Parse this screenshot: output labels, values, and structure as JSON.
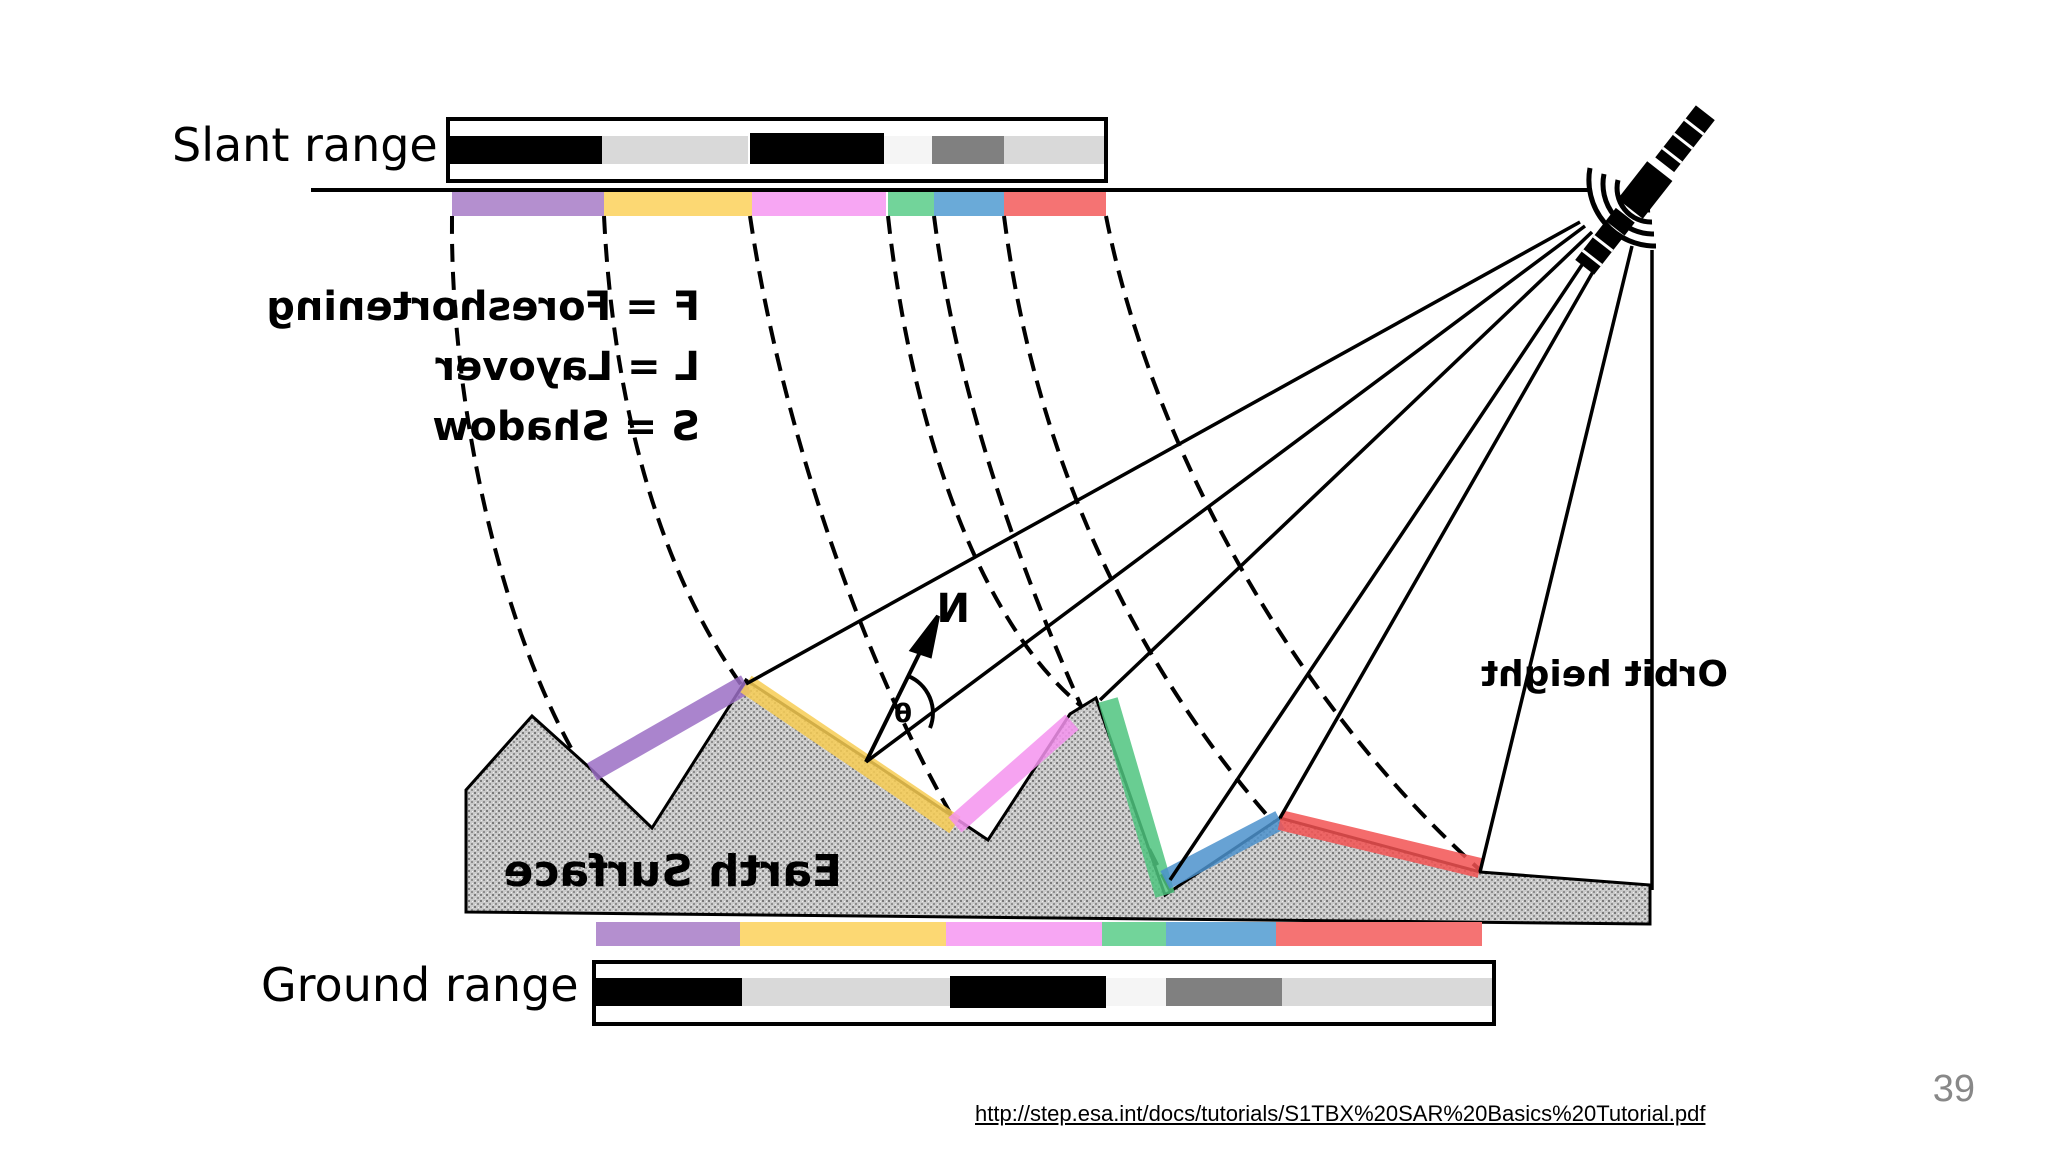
{
  "slide": {
    "slant_range_label": "Slant range",
    "ground_range_label": "Ground range",
    "page_number": "39",
    "source_url": "http://step.esa.int/docs/tutorials/S1TBX%20SAR%20Basics%20Tutorial.pdf"
  },
  "diagram": {
    "legend": {
      "foreshortening": "F = Foreshortening",
      "layover": "L = Layover",
      "shadow": "S = Shadow"
    },
    "orbit_height_label": "Orbit height",
    "earth_surface_label": "Earth Surface",
    "normal_label": "N",
    "angle_label": "θ",
    "segment_colors": {
      "purple": "#b48fcf",
      "yellow": "#fcd873",
      "pink": "#f7a6f3",
      "green": "#72d49a",
      "blue": "#6aaad8",
      "red": "#f57373"
    },
    "intensity_colors": {
      "black": "#000000",
      "light_gray": "#d9d9d9",
      "medium_gray": "#808080",
      "white": "#f5f5f5"
    }
  }
}
